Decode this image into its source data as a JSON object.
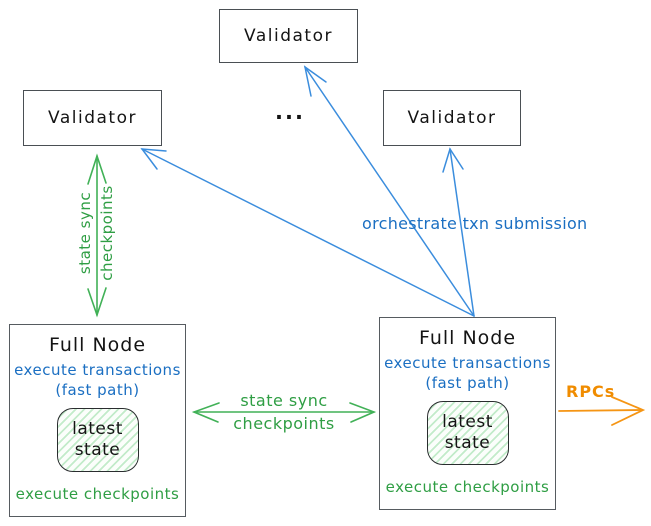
{
  "diagram": {
    "validators": {
      "top": "Validator",
      "left": "Validator",
      "right": "Validator",
      "ellipsis": "..."
    },
    "full_nodes": {
      "left": {
        "title": "Full Node",
        "fast_line1": "execute transactions",
        "fast_line2": "(fast path)",
        "state_line1": "latest",
        "state_line2": "state",
        "checkpoints": "execute checkpoints"
      },
      "right": {
        "title": "Full Node",
        "fast_line1": "execute transactions",
        "fast_line2": "(fast path)",
        "state_line1": "latest",
        "state_line2": "state",
        "checkpoints": "execute checkpoints"
      }
    },
    "labels": {
      "state_sync_vertical_line1": "state sync",
      "state_sync_vertical_line2": "checkpoints",
      "state_sync_horizontal_line1": "state sync",
      "state_sync_horizontal_line2": "checkpoints",
      "orchestrate": "orchestrate txn submission",
      "rpcs": "RPCs"
    },
    "colors": {
      "blue": "#1b6fc2",
      "blue_arrow": "#3b8ddd",
      "green": "#2f9e44",
      "green_arrow": "#41b157",
      "orange": "#f08c00",
      "box_border": "#4a4f54",
      "state_fill": "#b2f2bb",
      "text": "#141414"
    }
  }
}
